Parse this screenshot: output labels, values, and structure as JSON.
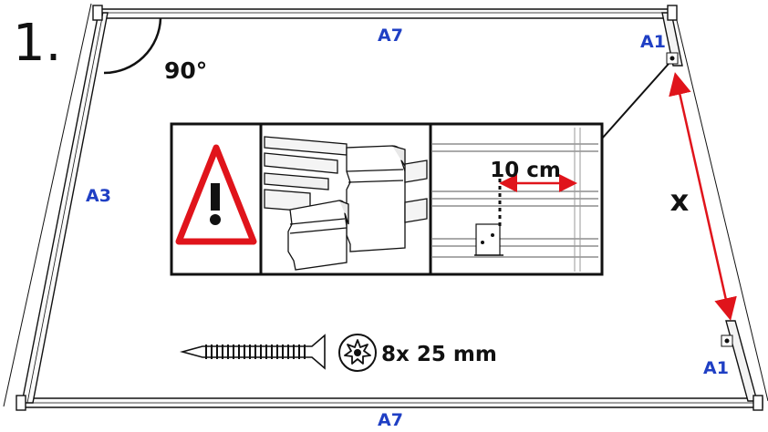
{
  "step_number": "1.",
  "angle_label": "90°",
  "parts": {
    "top_rail": "A7",
    "bottom_rail": "A7",
    "left_rail": "A3",
    "top_right_bracket": "A1",
    "bottom_right_bracket": "A1"
  },
  "distance_label": "x",
  "offset_label": "10 cm",
  "screw_spec": "8x 25 mm",
  "warning_glyph": "!",
  "colors": {
    "part_label": "#1f3fc4",
    "measure_arrow": "#e0141b",
    "warning_border": "#e0141b",
    "outline": "#111111"
  },
  "icons": [
    "warning-triangle-icon",
    "screw-icon",
    "torx-drive-icon"
  ]
}
